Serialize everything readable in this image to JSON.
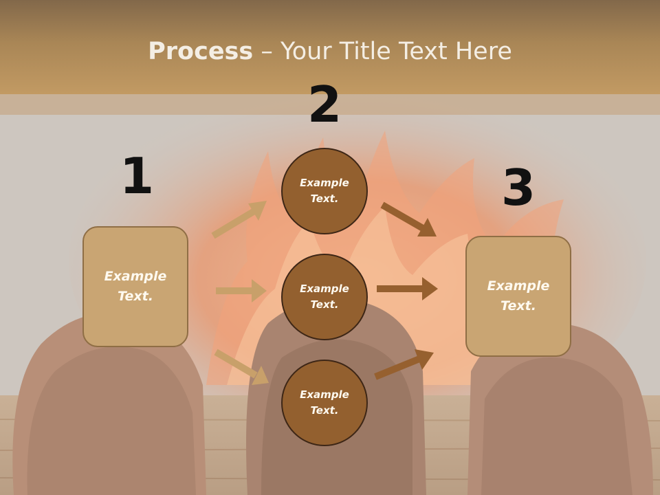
{
  "title": {
    "bold": "Process",
    "rest": " – Your Title Text Here"
  },
  "steps": [
    {
      "number": "1",
      "text_line1": "Example",
      "text_line2": "Text."
    },
    {
      "number": "2"
    },
    {
      "number": "3",
      "text_line1": "Example",
      "text_line2": "Text."
    }
  ],
  "circles": [
    {
      "text_line1": "Example",
      "text_line2": "Text."
    },
    {
      "text_line1": "Example",
      "text_line2": "Text."
    },
    {
      "text_line1": "Example",
      "text_line2": "Text."
    }
  ],
  "colors": {
    "title_band": "#a98656",
    "box_fill": "#c9a573",
    "circle_fill": "#93602f",
    "arrow_light": "#c8a06a",
    "arrow_dark": "#96602f"
  }
}
